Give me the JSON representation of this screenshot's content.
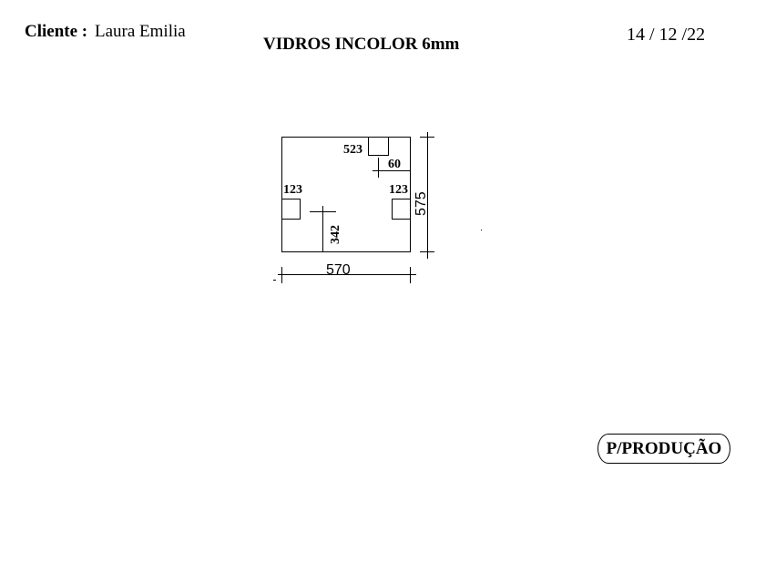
{
  "header": {
    "client_label": "Cliente :",
    "client_name": "Laura Emilia",
    "title": "VIDROS INCOLOR 6mm",
    "date": "14 / 12 /22"
  },
  "drawing": {
    "cutout_top_label": "523",
    "offset_label": "60",
    "cutout_left_label": "123",
    "cutout_right_label": "123",
    "hole_height_label": "342",
    "width_label": "570",
    "height_label": "575"
  },
  "stamp": {
    "label": "P/PRODUÇÃO"
  }
}
